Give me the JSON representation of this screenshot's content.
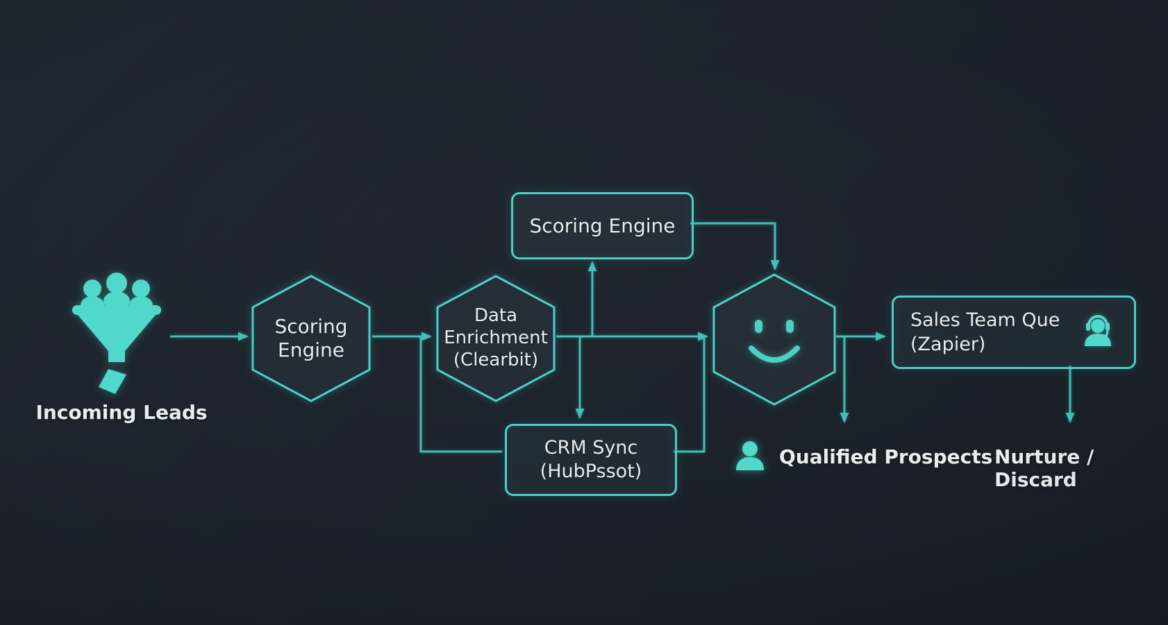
{
  "meta": {
    "title": "Lead Qualification Flow"
  },
  "colors": {
    "background": "#1b222b",
    "accent": "#4ad0c4",
    "line": "#3fc0b5",
    "text": "#e9edef",
    "node_fill": "#222b34"
  },
  "nodes": {
    "incoming_leads": {
      "label": "Incoming Leads",
      "icon": "leads-funnel-icon"
    },
    "scoring_engine_hex": {
      "label": "Scoring\nEngine"
    },
    "data_enrichment_hex": {
      "label": "Data\nEnrichment\n(Clearbit)"
    },
    "scoring_engine_box": {
      "label": "Scoring Engine"
    },
    "crm_sync_box": {
      "label": "CRM Sync\n(HubPssot)"
    },
    "qualification_hex": {
      "icon": "smiley-face-icon"
    },
    "sales_team_box": {
      "label": "Sales Team Que\n(Zapier)",
      "icon": "headset-agent-icon"
    },
    "qualified_prospects": {
      "label": "Qualified Prospects",
      "icon": "person-icon"
    },
    "nurture_discard": {
      "label": "Nurture / Discard"
    }
  }
}
